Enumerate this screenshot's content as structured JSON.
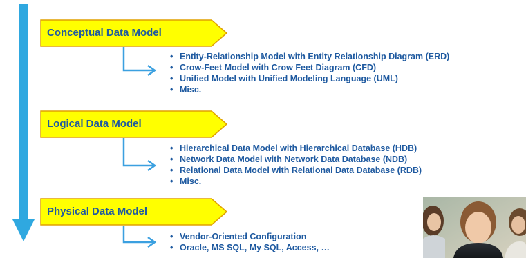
{
  "accent_colors": {
    "flow_arrow": "#2fa8e0",
    "label_fill": "#ffff00",
    "label_stroke": "#e0a000",
    "text": "#1f5aa0",
    "connector": "#3ba0e0"
  },
  "levels": [
    {
      "label": "Conceptual Data Model",
      "items": [
        "Entity-Relationship Model with Entity Relationship Diagram (ERD)",
        "Crow-Feet Model with Crow Feet Diagram (CFD)",
        "Unified Model with Unified Modeling Language (UML)",
        "Misc."
      ]
    },
    {
      "label": "Logical Data Model",
      "items": [
        "Hierarchical Data Model with Hierarchical Database (HDB)",
        "Network Data Model with Network Data Database (NDB)",
        "Relational Data Model with Relational Data Database (RDB)",
        "Misc."
      ]
    },
    {
      "label": "Physical Data Model",
      "items": [
        "Vendor-Oriented Configuration",
        "Oracle, MS SQL, My SQL, Access, …"
      ]
    }
  ]
}
